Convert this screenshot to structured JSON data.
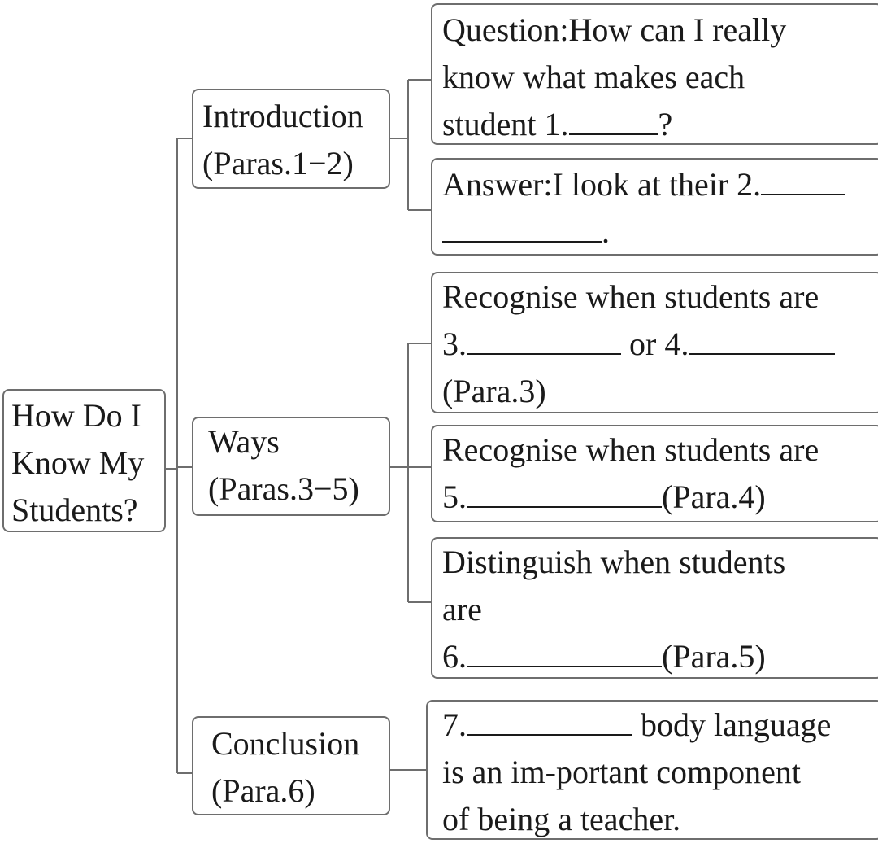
{
  "root": {
    "lines": [
      "How Do I",
      "Know My",
      "Students?"
    ]
  },
  "sections": [
    {
      "lines": [
        "Introduction",
        "(Paras.1−2)"
      ]
    },
    {
      "lines": [
        "Ways",
        "(Paras.3−5)"
      ]
    },
    {
      "lines": [
        "Conclusion",
        "(Para.6)"
      ]
    }
  ],
  "details": {
    "question": {
      "l1": "Question:How can I really",
      "l2": "know what makes each",
      "l3a": "student 1.",
      "l3b": "?"
    },
    "answer": {
      "l1a": "Answer:I look at their 2.",
      "l2b": "."
    },
    "way1": {
      "l1": "Recognise when students are",
      "l2a": "3.",
      "l2b": " or 4.",
      "l3": "(Para.3)"
    },
    "way2": {
      "l1": "Recognise when students are",
      "l2a": "5.",
      "l2b": "(Para.4)"
    },
    "way3": {
      "l1": "Distinguish when students",
      "l2": "are",
      "l3a": "6.",
      "l3b": "(Para.5)"
    },
    "conclusion": {
      "l1a": "7.",
      "l1b": " body language",
      "l2": "is an im-portant component",
      "l3": "of being a teacher."
    }
  }
}
